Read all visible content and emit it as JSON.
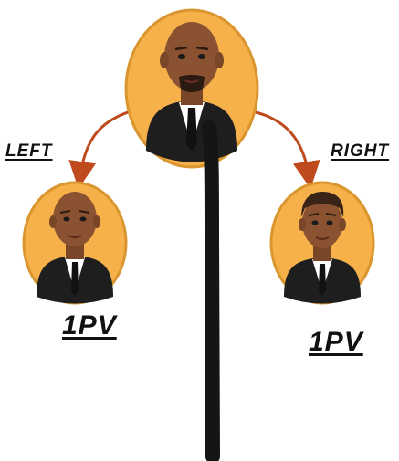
{
  "labels": {
    "left": "LEFT",
    "right": "RIGHT",
    "pv_left": "1PV",
    "pv_right": "1PV"
  },
  "colors": {
    "badge_fill": "#F6B14A",
    "badge_rim": "#D9962E",
    "arrow": "#BF4A1E",
    "line": "#151515",
    "skin": "#8A5230",
    "suit": "#1E1E1E",
    "shirt": "#FFFFFF",
    "tie": "#111111",
    "hair": "#3A2418"
  },
  "nodes": [
    {
      "role": "top",
      "avatar": "bald-man-with-goatee"
    },
    {
      "role": "left",
      "avatar": "bald-man"
    },
    {
      "role": "right",
      "avatar": "man-with-short-hair"
    }
  ]
}
